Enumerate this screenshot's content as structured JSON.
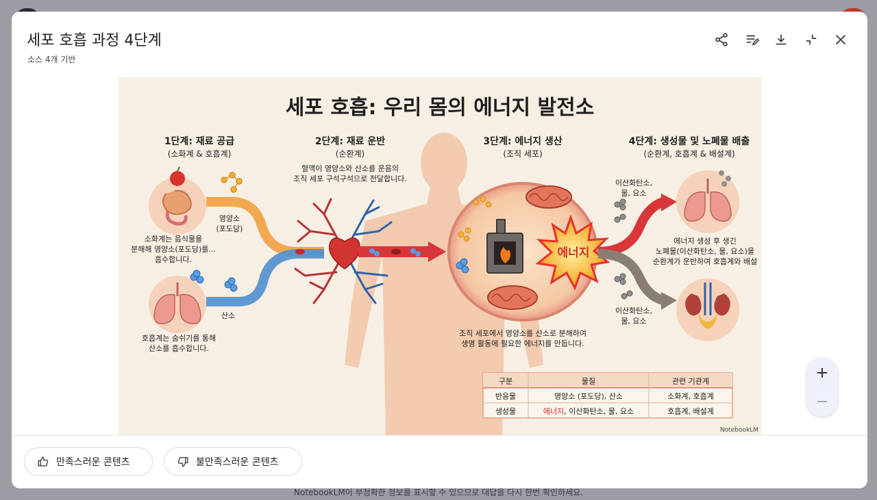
{
  "background_footer": "NotebookLM이 부정확한 정보를 표시할 수 있으므로 대답을 다시 한번 확인하세요.",
  "dialog": {
    "title": "세포 호흡 과정 4단계",
    "subtitle": "소스 4개 기반",
    "toolbar_icons": [
      "share-icon",
      "edit-list-icon",
      "download-icon",
      "collapse-icon",
      "close-icon"
    ]
  },
  "infographic": {
    "title": "세포 호흡: 우리 몸의 에너지 발전소",
    "stages": [
      {
        "heading": "1단계: 재료 공급",
        "systems": "(소화계 & 호흡계)"
      },
      {
        "heading": "2단계: 재료 운반",
        "systems": "(순환계)"
      },
      {
        "heading": "3단계: 에너지 생산",
        "systems": "(조직 세포)"
      },
      {
        "heading": "4단계: 생성물 및 노폐물 배출",
        "systems": "(순환계, 호흡계 & 배설계)"
      }
    ],
    "digestive_text": [
      "소화계는 음식물을",
      "분해해 영양소(포도당)를...",
      "흡수합니다."
    ],
    "respiratory_text": [
      "호흡계는 숨쉬기를 통해",
      "산소를 흡수합니다."
    ],
    "nutrient_label": [
      "영양소",
      "(포도당)"
    ],
    "oxygen_label": "산소",
    "circulation_text": [
      "혈액이 영양소와 산소를 운음의",
      "조직 세포 구석구석으로 전달합니다."
    ],
    "energy_label": "에너지",
    "cell_text": [
      "조직 세포에서 영양소를 산소로 분해하여",
      "생명 활동에 필요한 에너지를 만듭니다."
    ],
    "outputs_top": [
      "이산화탄소,",
      "물, 요소"
    ],
    "outputs_bottom": [
      "이산화탄소,",
      "물, 요소"
    ],
    "waste_text": [
      "에너지 생성 후 생긴",
      "노폐물(이산화탄소, 물, 요소)을",
      "순환계가 운반하여 호흡계와 배설"
    ],
    "table": {
      "headers": [
        "구분",
        "물질",
        "관련 기관계"
      ],
      "rows": [
        {
          "type": "반응물",
          "substance": "영양소 (포도당), 산소",
          "substance_highlight": "",
          "systems": "소화계, 호흡계"
        },
        {
          "type": "생성물",
          "substance": ", 이산화탄소, 물, 요소",
          "substance_highlight": "에너지",
          "systems": "호흡계, 배설계"
        }
      ]
    },
    "watermark": "NotebookLM",
    "colors": {
      "nutrient_path": "#f0a040",
      "oxygen_path": "#4f8fcf",
      "blood_path": "#d9363a",
      "energy": "#e8302a"
    }
  },
  "zoom": {
    "in": "+",
    "out": "−"
  },
  "feedback": {
    "positive": "만족스러운 콘텐츠",
    "negative": "불만족스러운 콘텐츠"
  }
}
